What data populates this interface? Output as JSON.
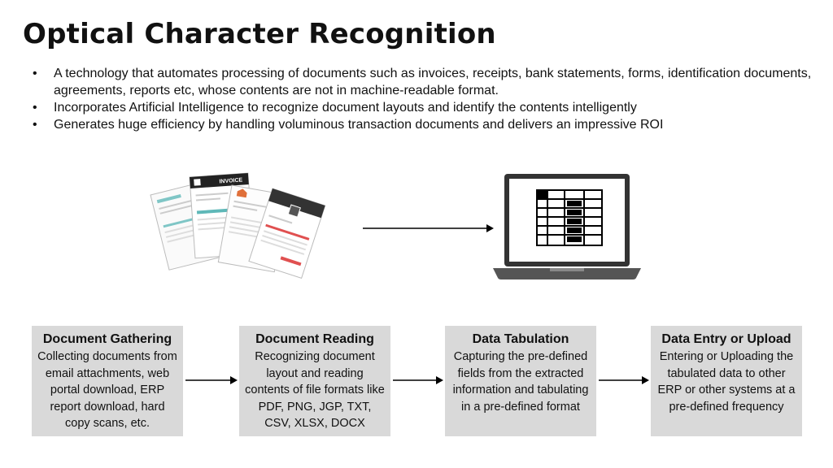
{
  "title": "Optical Character Recognition",
  "bullets": [
    "A technology that automates processing of documents such as invoices, receipts, bank statements, forms, identification documents, agreements, reports etc, whose contents are not in machine-readable format.",
    "Incorporates Artificial Intelligence to recognize document layouts and identify the contents intelligently",
    "Generates huge efficiency by handling voluminous transaction documents and delivers an impressive ROI"
  ],
  "illustration": {
    "documents_icon": "stacked-invoices-icon",
    "laptop_icon": "laptop-with-table-icon",
    "invoice_label": "INVOICE"
  },
  "steps": [
    {
      "title": "Document Gathering",
      "text": "Collecting documents from email attachments, web portal download, ERP report download, hard copy scans, etc."
    },
    {
      "title": "Document Reading",
      "text": "Recognizing document layout and reading contents of file formats like PDF, PNG, JGP, TXT, CSV, XLSX, DOCX"
    },
    {
      "title": "Data Tabulation",
      "text": "Capturing the pre-defined fields from the extracted information and tabulating in a pre-defined format"
    },
    {
      "title": "Data Entry or Upload",
      "text": "Entering or Uploading the tabulated data to other ERP or other systems at a pre-defined frequency"
    }
  ],
  "colors": {
    "box_background": "#d9d9d9",
    "text": "#111111",
    "arrow": "#000000"
  }
}
